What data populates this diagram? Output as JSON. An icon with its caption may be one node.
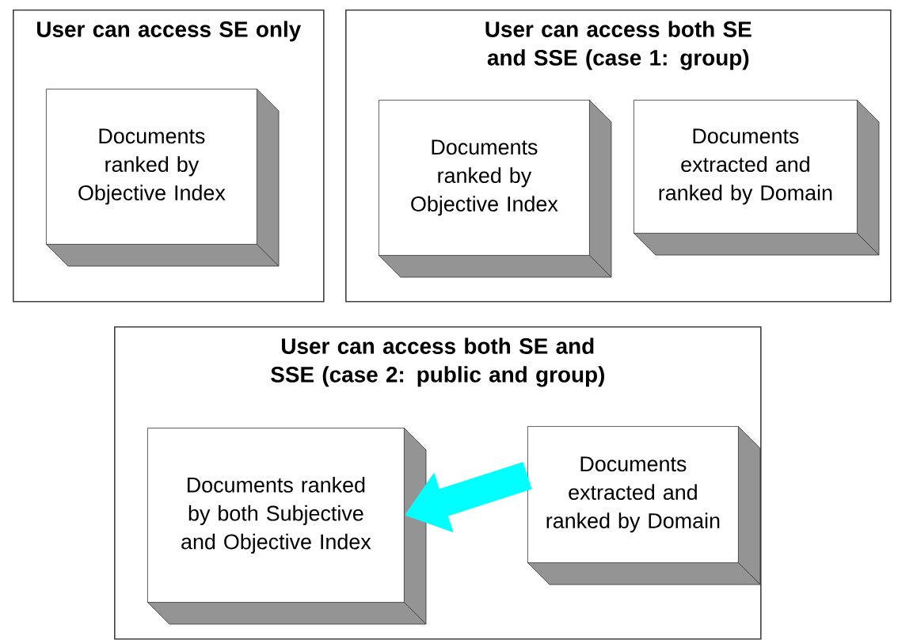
{
  "diagram": {
    "nodes": [
      {
        "text": [
          "User can access SE only"
        ]
      },
      {
        "text": [
          "Documents ranked by Objective Index"
        ],
        "in": 0
      },
      {
        "text": [
          "User can access both SE and SSE (case 1: group)"
        ]
      },
      {
        "text": [
          "Documents ranked by Objective Index"
        ],
        "in": 2
      },
      {
        "text": [
          "Documents extracted and ranked by Domain"
        ],
        "in": 2
      },
      {
        "text": [
          "User can access both SE and SSE (case 2: public and group)"
        ]
      },
      {
        "text": [
          "Documents ranked by both Subjective and Objective Index"
        ],
        "in": 5
      },
      {
        "text": [
          "Documents extracted and ranked by Domain"
        ],
        "in": 5
      }
    ],
    "edges": [
      {
        "from": 7,
        "to": 6,
        "arrow": "to",
        "color": "#00ffff"
      }
    ]
  }
}
